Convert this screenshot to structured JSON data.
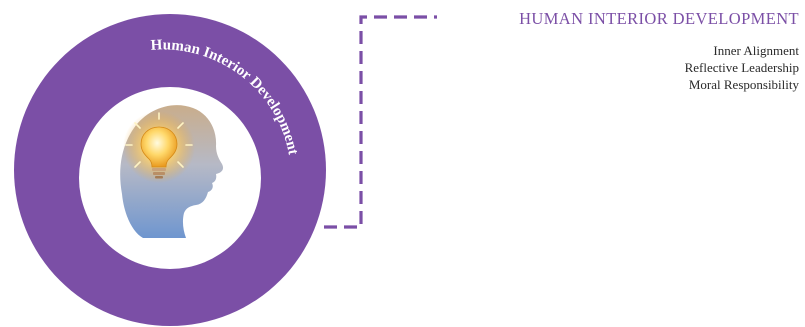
{
  "ring_label": "Human Interior Development",
  "panel": {
    "heading": "HUMAN INTERIOR DEVELOPMENT",
    "items": [
      "Inner Alignment",
      "Reflective Leadership",
      "Moral Responsibility"
    ]
  },
  "colors": {
    "ring": "#7b4fa6",
    "connector": "#7b4fa6",
    "heading": "#7b4fa6",
    "text": "#2a2a2a",
    "inner_circle": "#ffffff"
  },
  "icons": [
    "head-profile-icon",
    "light-bulb-icon"
  ]
}
